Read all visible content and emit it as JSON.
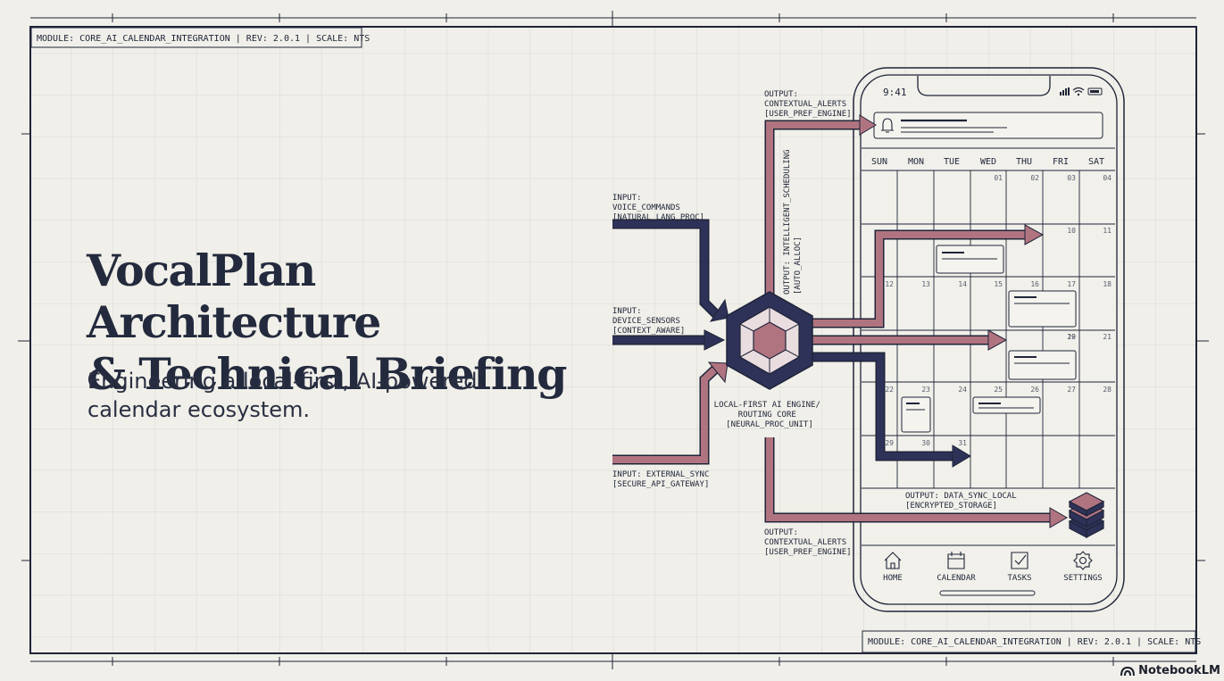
{
  "header": {
    "top_stamp": "MODULE: CORE_AI_CALENDAR_INTEGRATION | REV: 2.0.1 | SCALE: NTS",
    "bottom_stamp": "MODULE: CORE_AI_CALENDAR_INTEGRATION | REV: 2.0.1 | SCALE: NTS"
  },
  "hero": {
    "title": "VocalPlan Architecture\n& Technical Briefing",
    "subtitle": "Engineering a local-first, AI-powered\ncalendar ecosystem."
  },
  "inputs": {
    "voice": [
      "INPUT:",
      "VOICE_COMMANDS",
      "[NATURAL_LANG_PROC]"
    ],
    "sensors": [
      "INPUT:",
      "DEVICE_SENSORS",
      "[CONTEXT_AWARE]"
    ],
    "sync": [
      "INPUT: EXTERNAL_SYNC",
      "[SECURE_API_GATEWAY]"
    ]
  },
  "engine": {
    "label": [
      "LOCAL-FIRST AI ENGINE/",
      "ROUTING CORE",
      "[NEURAL_PROC_UNIT]"
    ]
  },
  "outputs": {
    "alerts_top": [
      "OUTPUT:",
      "CONTEXTUAL_ALERTS",
      "[USER_PREF_ENGINE]"
    ],
    "scheduling": [
      "OUTPUT: INTELLIGENT_SCHEDULING",
      "[AUTO_ALLOC]"
    ],
    "alerts_bottom": [
      "OUTPUT:",
      "CONTEXTUAL_ALERTS",
      "[USER_PREF_ENGINE]"
    ],
    "data_sync": [
      "OUTPUT: DATA_SYNC_LOCAL",
      "[ENCRYPTED_STORAGE]"
    ]
  },
  "phone": {
    "time": "9:41",
    "weekdays": [
      "SUN",
      "MON",
      "TUE",
      "WED",
      "THU",
      "FRI",
      "SAT"
    ],
    "rows": [
      [
        "",
        "",
        "",
        "01",
        "02",
        "03",
        "04"
      ],
      [
        "",
        "",
        "",
        "",
        "",
        "10",
        "11"
      ],
      [
        "12",
        "13",
        "14",
        "15",
        "16",
        "17",
        "18"
      ],
      [
        "",
        "",
        "",
        "",
        "",
        "19",
        "20",
        "21"
      ],
      [
        "22",
        "23",
        "24",
        "25",
        "26",
        "27",
        "28"
      ],
      [
        "29",
        "30",
        "31",
        "",
        "",
        "",
        ""
      ]
    ],
    "nav": [
      {
        "label": "HOME",
        "icon": "home-icon"
      },
      {
        "label": "CALENDAR",
        "icon": "calendar-icon"
      },
      {
        "label": "TASKS",
        "icon": "tasks-icon"
      },
      {
        "label": "SETTINGS",
        "icon": "gear-icon"
      }
    ]
  },
  "brand": {
    "name": "NotebookLM"
  },
  "colors": {
    "navy": "#2e3258",
    "rose": "#b07480",
    "paper": "#f0efe9",
    "grid": "#d8d8d2",
    "ink": "#232a3d"
  }
}
